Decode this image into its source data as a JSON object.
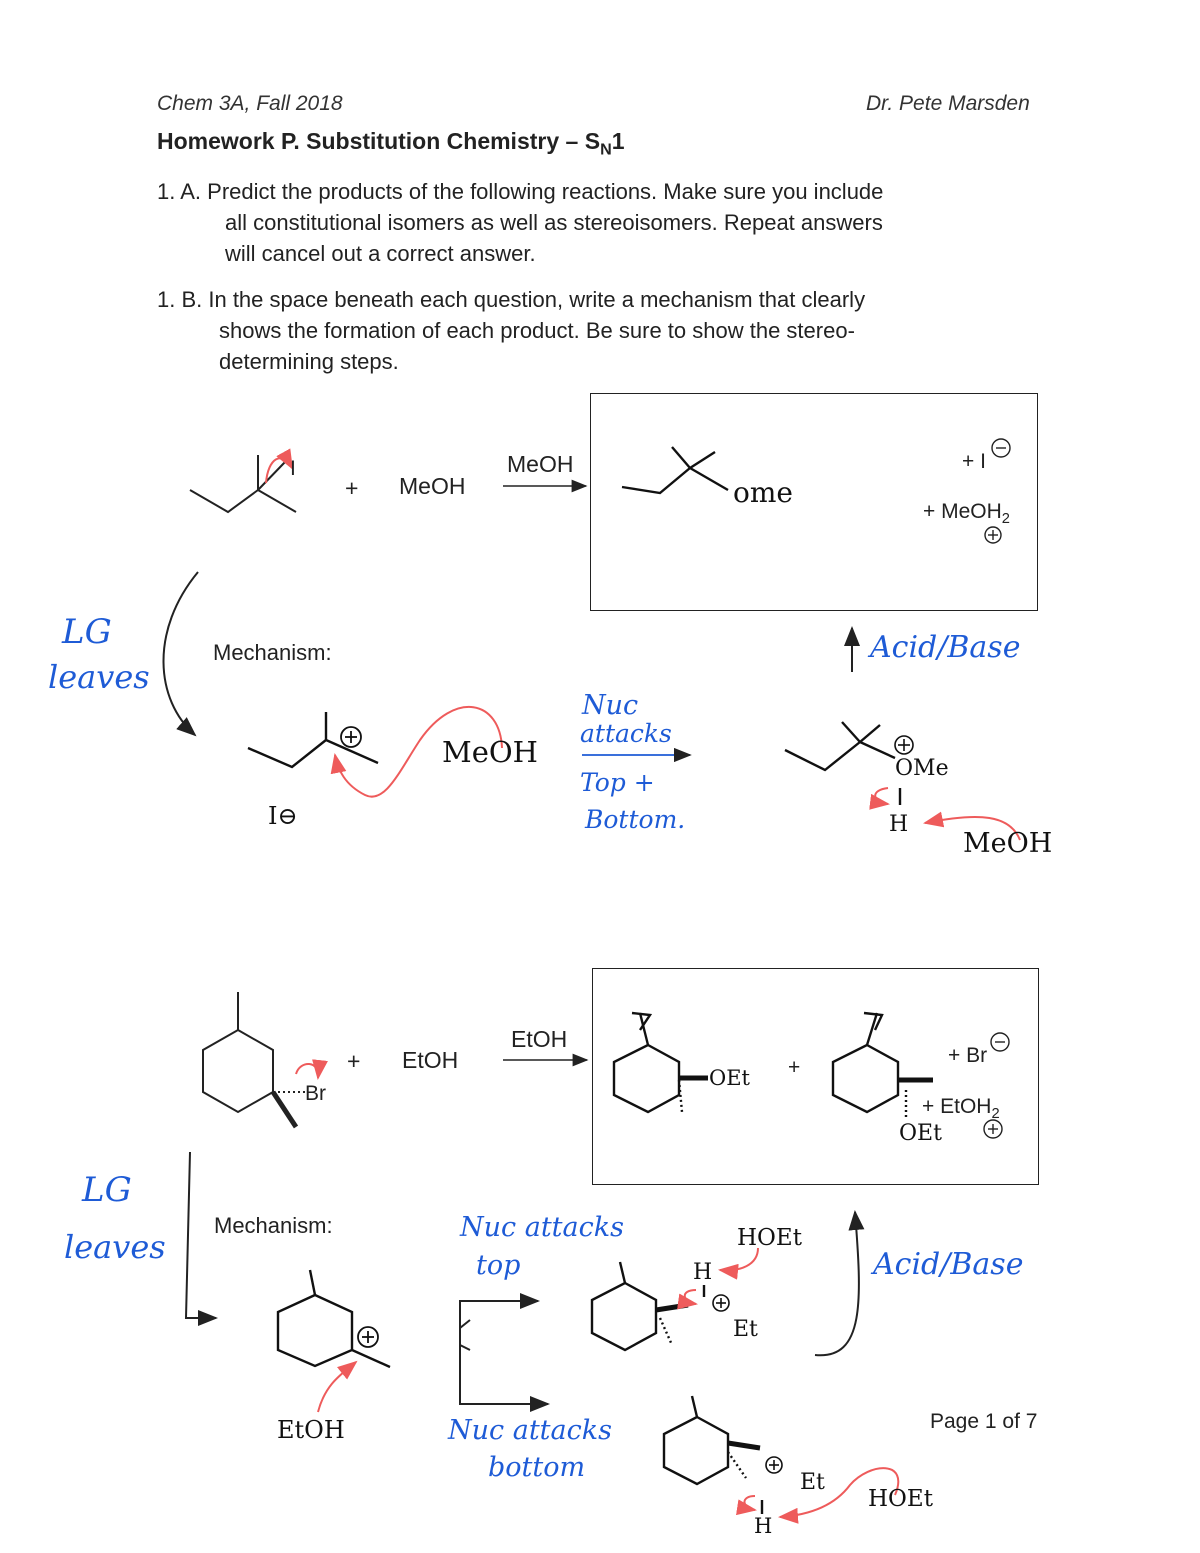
{
  "header": {
    "course": "Chem 3A, Fall 2018",
    "instructor": "Dr. Pete Marsden",
    "title": "Homework P. Substitution Chemistry – S",
    "title_sub": "N",
    "title_end": "1"
  },
  "questions": {
    "q1a_line1": "1. A. Predict the products of the following reactions. Make sure you include",
    "q1a_line2": "all constitutional isomers as well as stereoisomers. Repeat answers",
    "q1a_line3": "will cancel out a correct answer.",
    "q1b_line1": "1. B. In the space beneath each question, write a mechanism that clearly",
    "q1b_line2": "shows the formation of each product. Be sure to show the stereo-",
    "q1b_line3": "determining steps."
  },
  "reaction1": {
    "plus": "+",
    "reagent": "MeOH",
    "arrow_label": "MeOH",
    "substrate_atom": "I",
    "product_group": "ome",
    "byproduct_iodide": "+ I",
    "byproduct_meoh2": "+ MeOH",
    "sub2": "2",
    "mechanism_label": "Mechanism:",
    "lg_line1": "LG",
    "lg_line2": "leaves",
    "acid_base": "Acid/Base",
    "iodide_ion": "I⊖",
    "nuc_meoh": "MeOH",
    "nuc_line1": "Nuc",
    "nuc_line2": "attacks",
    "nuc_line3": "Top +",
    "nuc_line4": "Bottom.",
    "oxonium_group": "OMe",
    "h_label": "H",
    "base_meoh": "MeOH"
  },
  "reaction2": {
    "plus": "+",
    "reagent": "EtOH",
    "arrow_label": "EtOH",
    "substrate_atom": "Br",
    "product_group1": "OEt",
    "product_plus": "+",
    "product_group2": "OEt",
    "byproduct_bromide": "+ Br",
    "byproduct_etoh2": "+ EtOH",
    "sub2": "2",
    "mechanism_label": "Mechanism:",
    "lg_line1": "LG",
    "lg_line2": "leaves",
    "nuc_top": "Nuc  attacks",
    "nuc_top2": "top",
    "nuc_bottom": "Nuc attacks",
    "nuc_bottom2": "bottom",
    "nuc_etoh": "EtOH",
    "hoet_top": "HOEt",
    "h_top": "H",
    "et_top": "Et",
    "hoet_bottom": "HOEt",
    "h_bottom": "H",
    "et_bottom": "Et",
    "acid_base": "Acid/Base"
  },
  "footer": {
    "page": "Page 1 of 7"
  }
}
